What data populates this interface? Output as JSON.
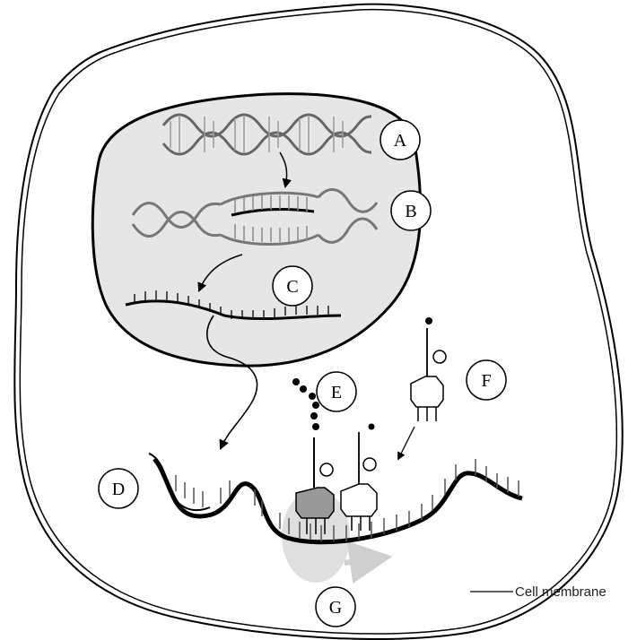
{
  "diagram": {
    "labels": [
      {
        "key": "a",
        "text": "A"
      },
      {
        "key": "b",
        "text": "B"
      },
      {
        "key": "c",
        "text": "C"
      },
      {
        "key": "d",
        "text": "D"
      },
      {
        "key": "e",
        "text": "E"
      },
      {
        "key": "f",
        "text": "F"
      },
      {
        "key": "g",
        "text": "G"
      }
    ],
    "cell_membrane_label": "Cell membrane"
  }
}
